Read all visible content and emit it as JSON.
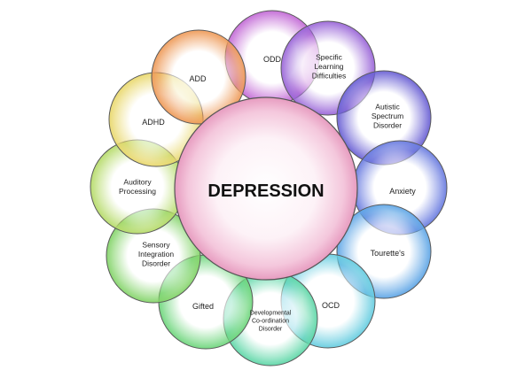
{
  "center": {
    "label": "DEPRESSION",
    "color": "#f4c7dc"
  },
  "conditions": [
    {
      "label": "ODD",
      "color": "#c36ad6"
    },
    {
      "label": "Specific Learning Difficulties",
      "color": "#9a66d8"
    },
    {
      "label": "Autistic Spectrum Disorder",
      "color": "#6a60d4"
    },
    {
      "label": "Anxiety",
      "color": "#6a7ce0"
    },
    {
      "label": "Tourette's",
      "color": "#5fa6e6"
    },
    {
      "label": "OCD",
      "color": "#67cde0"
    },
    {
      "label": "Developmental Co-ordination Disorder",
      "color": "#5fd7a8"
    },
    {
      "label": "Gifted",
      "color": "#6fd67d"
    },
    {
      "label": "Sensory Integration Disorder",
      "color": "#84d46a"
    },
    {
      "label": "Auditory Processing",
      "color": "#b6db6a"
    },
    {
      "label": "ADHD",
      "color": "#e9d86d"
    },
    {
      "label": "ADD",
      "color": "#ee9a58"
    }
  ]
}
